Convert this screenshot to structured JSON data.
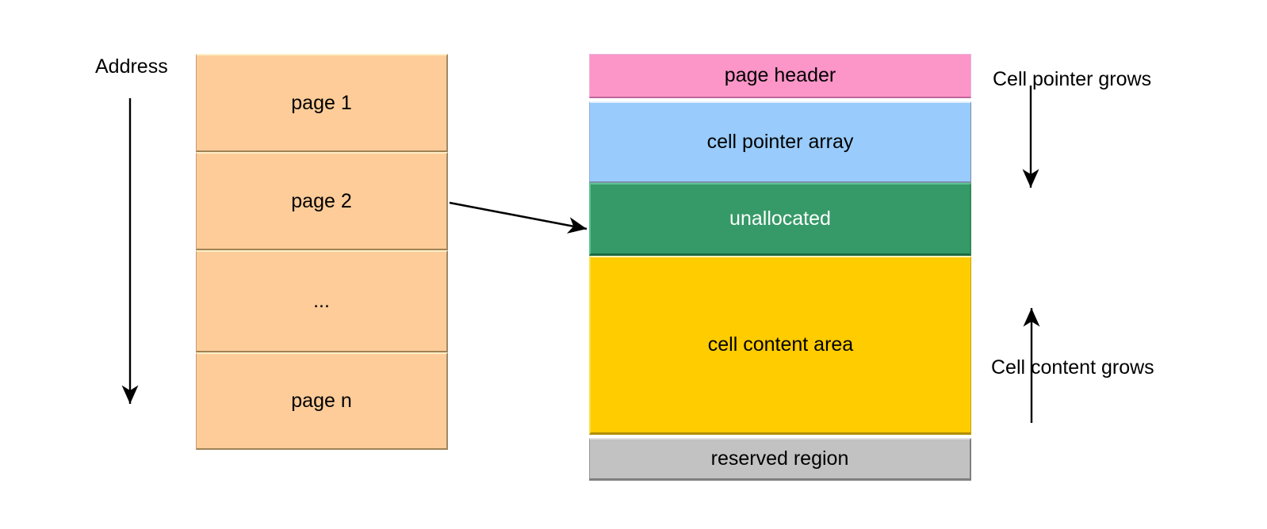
{
  "diagram": {
    "address_label": "Address",
    "pages": {
      "fill": "#FECC99",
      "items": [
        {
          "label": "page 1"
        },
        {
          "label": "page 2"
        },
        {
          "label": "..."
        },
        {
          "label": "page n"
        }
      ]
    },
    "page_structure": {
      "items": [
        {
          "label": "page header",
          "fill": "#FC95C8",
          "text_color": "#000000"
        },
        {
          "label": "cell pointer array",
          "fill": "#99CCFC",
          "text_color": "#000000"
        },
        {
          "label": "unallocated",
          "fill": "#359A67",
          "text_color": "#FFFFFF"
        },
        {
          "label": "cell content area",
          "fill": "#FFCC00",
          "text_color": "#000000"
        },
        {
          "label": "reserved region",
          "fill": "#C2C2C2",
          "text_color": "#000000"
        }
      ]
    },
    "annotations": {
      "cell_pointer_grows": "Cell pointer grows",
      "cell_content_grows": "Cell content grows"
    },
    "arrows": [
      {
        "name": "address-direction",
        "direction": "down"
      },
      {
        "name": "page2-to-unallocated",
        "direction": "right",
        "from": "page 2",
        "to": "unallocated"
      },
      {
        "name": "cell-pointer-growth",
        "direction": "down"
      },
      {
        "name": "cell-content-growth",
        "direction": "up"
      }
    ],
    "arrow_color": "#000000"
  }
}
